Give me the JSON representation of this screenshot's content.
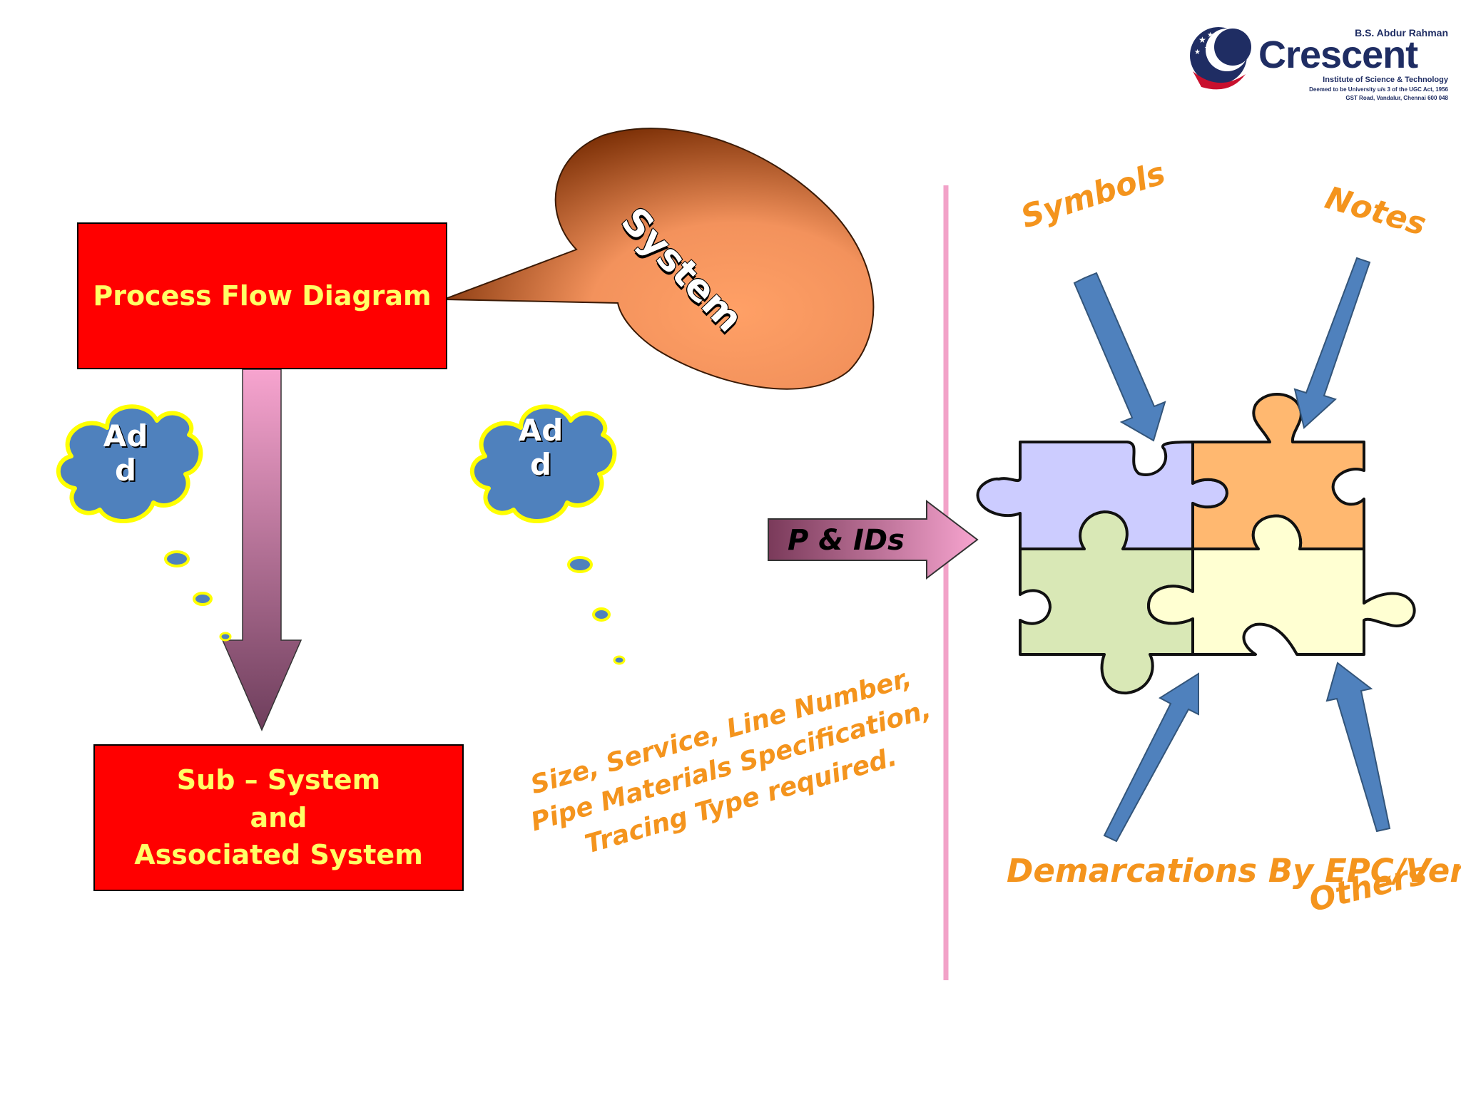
{
  "logo": {
    "university_line": "B.S. Abdur Rahman",
    "brand": "Crescent",
    "subtitle": "Institute of Science & Technology",
    "deemed": "Deemed to be University u/s 3 of the UGC Act, 1956",
    "address": "GST Road, Vandalur, Chennai 600 048"
  },
  "colors": {
    "box_fill": "#ff0000",
    "box_text": "#ffff66",
    "label_orange": "#f4941d",
    "arrow_blue": "#4f81bd",
    "divider_pink": "#f2a2c8",
    "cloud_blue": "#4f81bd",
    "cloud_outline": "#ffff00",
    "puzzle_lavender": "#ccccff",
    "puzzle_orange": "#ffb870",
    "puzzle_green": "#d9e8b6",
    "puzzle_yellow": "#ffffd2"
  },
  "diagram": {
    "pfd_box": "Process Flow Diagram",
    "sub_system_box": "Sub – System\nand\nAssociated System",
    "speech_bubble": "System",
    "cloud_left": "Ad\nd",
    "cloud_right": "Ad\nd",
    "pids_arrow": "P & IDs",
    "requirements": "Size, Service, Line Number,\nPipe Materials Specification,\nTracing Type required.",
    "symbols": "Symbols",
    "notes": "Notes",
    "demarcations": "Demarcations\nBy EPC/Vendor",
    "others": "Others"
  }
}
